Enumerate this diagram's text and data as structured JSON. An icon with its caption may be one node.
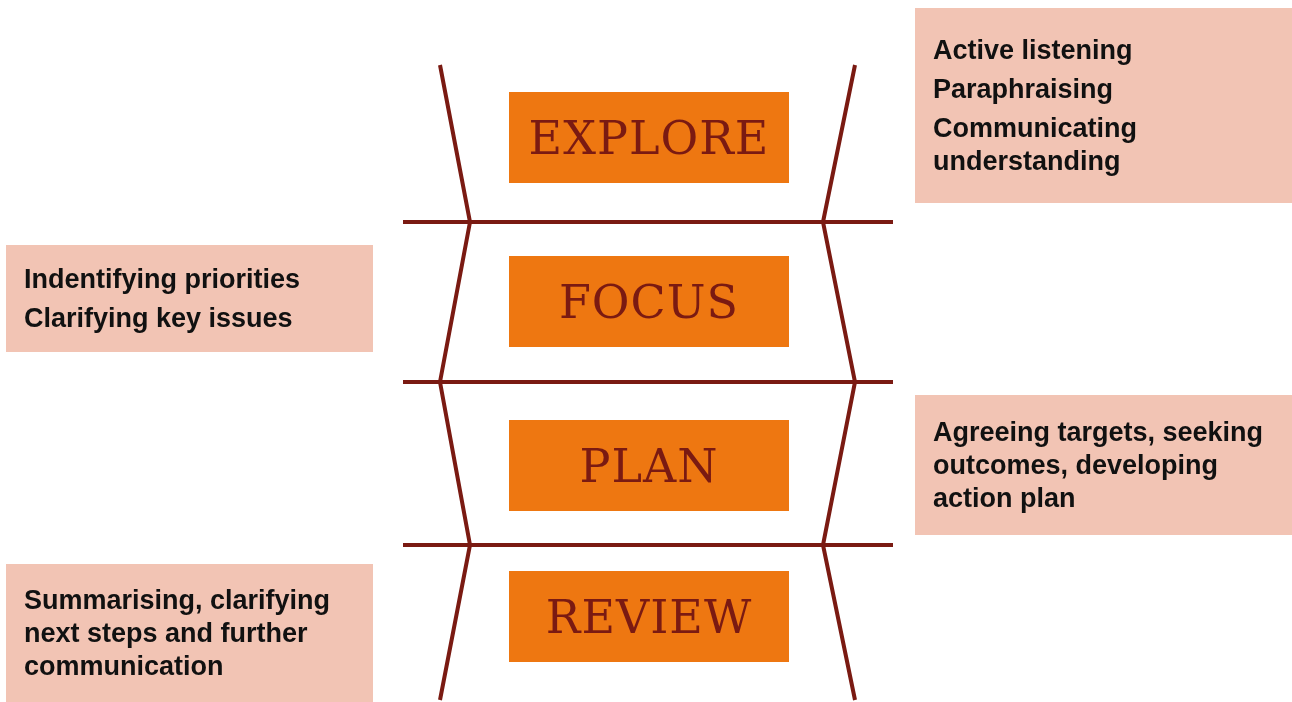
{
  "diagram": {
    "nodes": [
      {
        "text": [
          "EXPLORE"
        ]
      },
      {
        "text": [
          "Active listening",
          "Paraphraising",
          "Communicating understanding"
        ]
      },
      {
        "text": [
          "FOCUS"
        ]
      },
      {
        "text": [
          "Indentifying priorities",
          "Clarifying key issues"
        ]
      },
      {
        "text": [
          "PLAN"
        ]
      },
      {
        "text": [
          "Agreeing targets, seeking outcomes, developing action plan"
        ]
      },
      {
        "text": [
          "REVIEW"
        ]
      },
      {
        "text": [
          "Summarising, clarifying next steps and further communication"
        ]
      }
    ],
    "edges": []
  }
}
